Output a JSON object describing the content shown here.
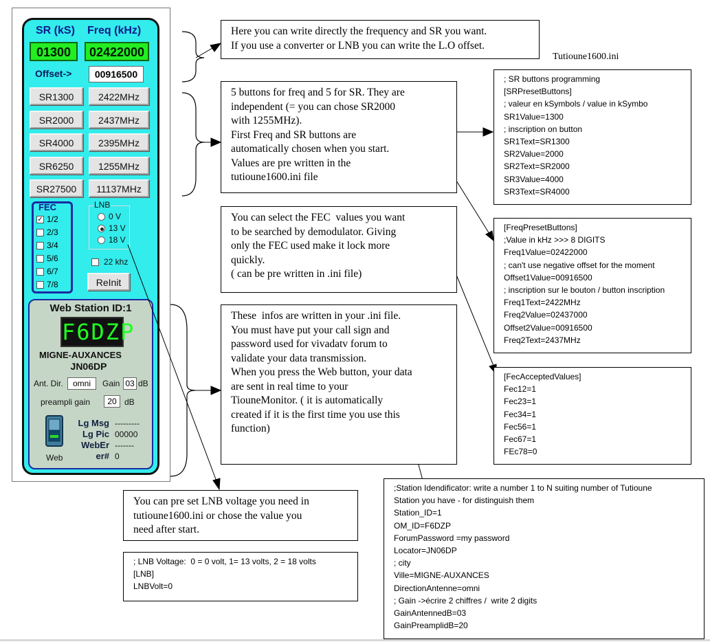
{
  "panel": {
    "sr_header": "SR (kS)",
    "freq_header": "Freq (kHz)",
    "sr_value": "01300",
    "freq_value": "02422000",
    "offset_label": "Offset->",
    "offset_value": "00916500",
    "sr_buttons": [
      "SR1300",
      "SR2000",
      "SR4000",
      "SR6250",
      "SR27500"
    ],
    "freq_buttons": [
      "2422MHz",
      "2437MHz",
      "2395MHz",
      "1255MHz",
      "11137MHz"
    ],
    "fec_label": "FEC",
    "fec_items": [
      {
        "label": "1/2",
        "checked": true
      },
      {
        "label": "2/3",
        "checked": false
      },
      {
        "label": "3/4",
        "checked": false
      },
      {
        "label": "5/6",
        "checked": false
      },
      {
        "label": "6/7",
        "checked": false
      },
      {
        "label": "7/8",
        "checked": false
      }
    ],
    "lnb_label": "LNB",
    "lnb_options": [
      {
        "label": "0 V",
        "selected": false
      },
      {
        "label": "13 V",
        "selected": true
      },
      {
        "label": "18 V",
        "selected": false
      }
    ],
    "khz_label": "22 khz",
    "reinit_label": "ReInit",
    "web_station_title": "Web Station ID:1",
    "callsign_lcd": "F6DZP",
    "city": "MIGNE-AUXANCES",
    "locator": "JN06DP",
    "ant_dir_label": "Ant. Dir.",
    "ant_dir_value": "omni",
    "gain_label": "Gain",
    "gain_value": "03",
    "gain_unit": "dB",
    "preampli_label": "preampli gain",
    "preampli_value": "20",
    "preampli_unit": "dB",
    "web_label": "Web",
    "stats": [
      {
        "label": "Lg Msg",
        "value": "---------"
      },
      {
        "label": "Lg Pic",
        "value": "00000"
      },
      {
        "label": "WebEr",
        "value": "-------"
      },
      {
        "label": "er#",
        "value": "0"
      }
    ]
  },
  "callouts": {
    "freq_sr": [
      "Here you can write directly the frequency and SR you want.",
      "If you use a converter or LNB you can write the L.O offset."
    ],
    "buttons": [
      "5 buttons for freq and 5 for SR. They are",
      "independent (= you can chose SR2000",
      "with 1255MHz).",
      "First Freq and SR buttons are",
      "automatically chosen when you start.",
      "Values are pre written in the",
      "tutioune1600.ini file"
    ],
    "fec": [
      "You can select the FEC  values you want",
      "to be searched by demodulator. Giving",
      "only the FEC used make it lock more",
      "quickly.",
      "( can be pre written in .ini file)"
    ],
    "web": [
      "These  infos are written in your .ini file.",
      "You must have put your call sign and",
      "password used for vivadatv forum to",
      "validate your data transmission.",
      "",
      "When you press the Web button, your data",
      "are sent in real time to your",
      "TiouneMonitor. ( it is automatically",
      "created if it is the first time you use this",
      "function)"
    ],
    "lnb": [
      "You can pre set LNB voltage you need in",
      "tutioune1600.ini or chose the value you",
      "need after start."
    ]
  },
  "ini_title": "Tutioune1600.ini",
  "ini_blocks": {
    "sr_presets": [
      "; SR buttons programming",
      "[SRPresetButtons]",
      "; valeur en kSymbols / value in kSymbo",
      "SR1Value=1300",
      "; inscription on button",
      "SR1Text=SR1300",
      "SR2Value=2000",
      "SR2Text=SR2000",
      "SR3Value=4000",
      "SR3Text=SR4000"
    ],
    "freq_presets": [
      "[FreqPresetButtons]",
      ";Value in kHz >>> 8 DIGITS",
      "Freq1Value=02422000",
      "; can't use negative offset for the moment",
      "Offset1Value=00916500",
      "; inscription sur le bouton / button inscription",
      "Freq1Text=2422MHz",
      "Freq2Value=02437000",
      "Offset2Value=00916500",
      "Freq2Text=2437MHz"
    ],
    "fec_values": [
      "[FecAcceptedValues]",
      "Fec12=1",
      "Fec23=1",
      "Fec34=1",
      "Fec56=1",
      "Fec67=1",
      "FEc78=0"
    ],
    "station": [
      ";Station Idendificator: write a number 1 to N suiting number of Tutioune",
      "Station you have - for distinguish them",
      "Station_ID=1",
      "OM_ID=F6DZP",
      "ForumPassword =my password",
      "Locator=JN06DP",
      "; city",
      "Ville=MIGNE-AUXANCES",
      "DirectionAntenne=omni",
      "; Gain ->écrire 2 chiffres /  write 2 digits",
      "GainAntennedB=03",
      "GainPreamplidB=20"
    ],
    "lnb": [
      "; LNB Voltage:  0 = 0 volt, 1= 13 volts, 2 = 18 volts",
      "[LNB]",
      "LNBVolt=0"
    ]
  }
}
